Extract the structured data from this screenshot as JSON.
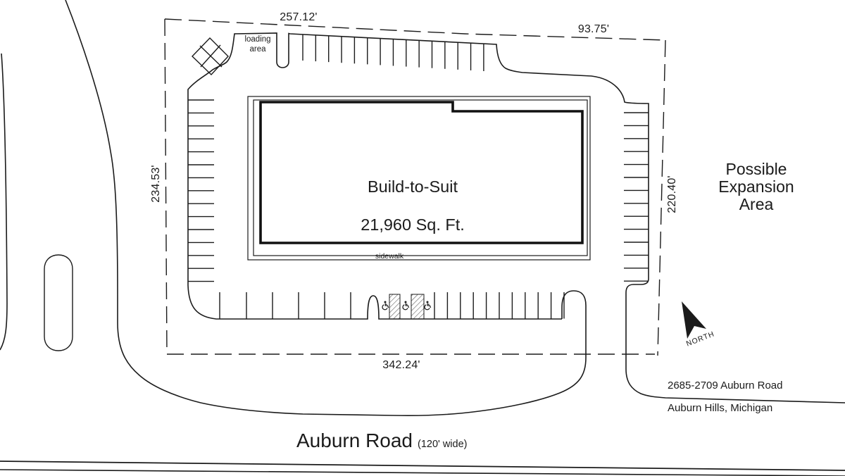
{
  "plan": {
    "building": {
      "name": "Build-to-Suit",
      "area": "21,960 Sq. Ft."
    },
    "dimensions": {
      "north_west": "257.12'",
      "north_east": "93.75'",
      "west": "234.53'",
      "east": "220.40'",
      "south": "342.24'"
    },
    "areas": {
      "loading": "loading area",
      "sidewalk": "sidewalk",
      "expansion": "Possible Expansion Area"
    },
    "road": {
      "name": "Auburn Road",
      "width_note": "(120' wide)"
    },
    "address": {
      "line1": "2685-2709 Auburn Road",
      "line2": "Auburn Hills, Michigan"
    },
    "compass": {
      "label": "NORTH"
    },
    "accessible_parking": {
      "stall_count": 3,
      "icon": "wheelchair-icon"
    },
    "colors": {
      "line": "#1b1b1b",
      "background": "#ffffff"
    }
  }
}
